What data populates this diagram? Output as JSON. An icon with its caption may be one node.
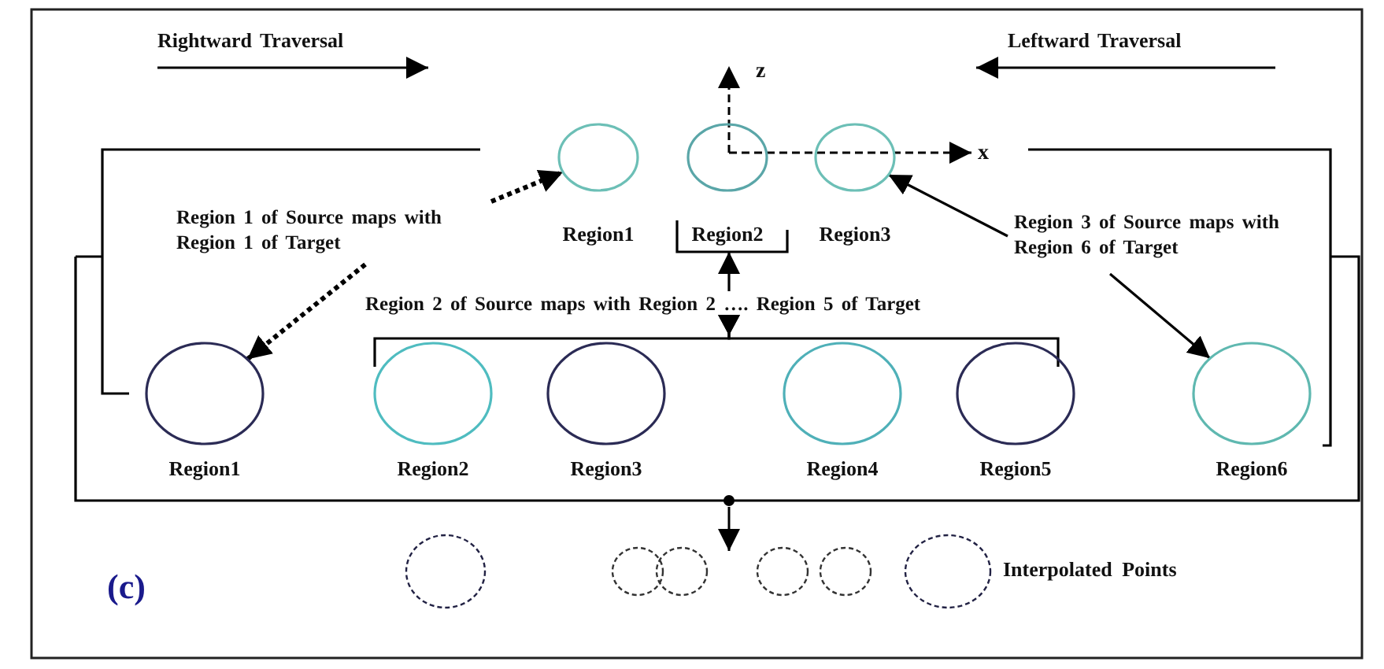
{
  "diagram": {
    "nodes": [
      {
        "text": [],
        "shape": "circle",
        "beside": [
          "Region1"
        ]
      },
      {
        "text": [],
        "shape": "circle",
        "beside": [
          "Region2"
        ]
      },
      {
        "text": [],
        "shape": "circle",
        "beside": [
          "Region3"
        ]
      },
      {
        "text": [
          "Region 1 of Source maps with Region 1 of Target"
        ]
      },
      {
        "text": [
          "Region 3 of Source maps with Region 6 of Target"
        ]
      },
      {
        "text": [
          "Region 2 of Source maps with Region 2 …. Region 5 of Target"
        ]
      },
      {
        "text": [],
        "shape": "circle",
        "beside": [
          "Region1"
        ]
      },
      {
        "text": [],
        "shape": "circle",
        "beside": [
          "Region2"
        ]
      },
      {
        "text": [],
        "shape": "circle",
        "beside": [
          "Region3"
        ]
      },
      {
        "text": [],
        "shape": "circle",
        "beside": [
          "Region4"
        ]
      },
      {
        "text": [],
        "shape": "circle",
        "beside": [
          "Region5"
        ]
      },
      {
        "text": [],
        "shape": "circle",
        "beside": [
          "Region6"
        ]
      },
      {
        "text": [],
        "shape": "circle"
      },
      {
        "text": [],
        "shape": "circle"
      },
      {
        "text": [],
        "shape": "circle"
      },
      {
        "text": [],
        "shape": "circle"
      },
      {
        "text": [],
        "shape": "circle"
      },
      {
        "text": [],
        "shape": "circle",
        "beside": [
          "Interpolated Points"
        ]
      }
    ],
    "edges": [
      {
        "from": 3,
        "to": 0,
        "arrow": "to",
        "style": "dashed"
      },
      {
        "from": 3,
        "to": 6,
        "arrow": "to",
        "style": "dashed"
      },
      {
        "from": 4,
        "to": 2,
        "arrow": "to"
      },
      {
        "from": 4,
        "to": 11,
        "arrow": "to"
      },
      {
        "from": 5,
        "to": 1,
        "arrow": "to"
      },
      {
        "from": 5,
        "to": 7,
        "arrow": "to"
      },
      {
        "from": 5,
        "to": 10,
        "arrow": "to"
      }
    ],
    "labels": [
      "Rightward Traversal",
      "Leftward Traversal",
      "z",
      "x",
      "(c)"
    ]
  }
}
